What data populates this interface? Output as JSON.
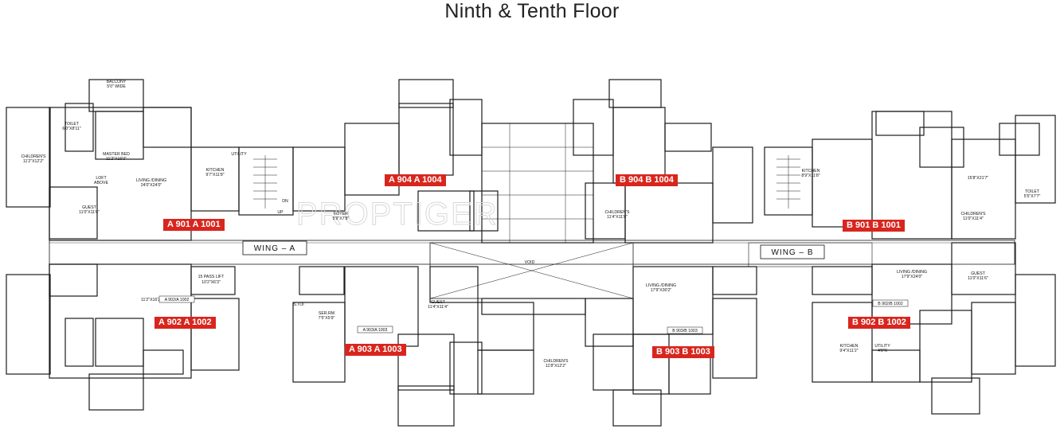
{
  "title": "Ninth & Tenth Floor",
  "accent_color": "#d8261e",
  "watermark": "PROPTIGER",
  "wings": [
    "WING – A",
    "WING – B"
  ],
  "unit_tags": [
    "A 901 A 1001",
    "A 902 A 1002",
    "A 903 A 1003",
    "A 904 A 1004",
    "B 901 B 1001",
    "B 902 B 1002",
    "B 903 B 1003",
    "B 904 B 1004"
  ],
  "small_tags": [
    "A 902/A 1002",
    "A 903/A 1003",
    "B 902/B 1002",
    "B 903/B 1003"
  ],
  "room_labels": {
    "balcony": "BALCONY",
    "balcony_size": "5'0\" WIDE",
    "master_bed": "MASTER BED",
    "master_bed_a": "11'2\"X16'2\"",
    "master_bed_b": "11'2\"X16'0\"",
    "toilet": "TOILET",
    "toilet_a": "6'0\"X8'11\"",
    "toilet_b": "5'5\"X7'7\"",
    "childrens": "CHILDREN'S",
    "childrens_a": "11'2\"X12'2\"",
    "childrens_b": "11'4\"X11'8\"",
    "childrens_c": "11'0\"X11'4\"",
    "childrens_d": "11'8\"X12'2\"",
    "living": "LIVING /DINING",
    "living_a": "24'0\"X24'0\"",
    "living_b": "15'8\"X21'7\"",
    "living_c": "17'9\"X30'2\"",
    "living_d": "17'9\"X24'0\"",
    "kitchen": "KITCHEN",
    "kitchen_a": "9'7\"X11'8\"",
    "kitchen_b": "8'9\"X11'8\"",
    "kitchen_c": "9'4\"X11'2\"",
    "guest": "GUEST",
    "guest_a": "11'0\"X11'6\"",
    "guest_b": "11'4\"X11'4\"",
    "foyer": "FOYER",
    "foyer_a": "5'9\"X7'8\"",
    "utility": "UTILITY",
    "utility_a": "4'0\"X",
    "ser_rm": "SER.RM",
    "ser_rm_a": "7'5\"X5'9\"",
    "lift": "15 PASS LIFT",
    "lift_size": "10'2\"X6'3\"",
    "loft": "LOFT",
    "above": "ABOVE",
    "void": "VOID",
    "dn": "DN",
    "up": "UP",
    "s_toi": "S.TOI"
  }
}
